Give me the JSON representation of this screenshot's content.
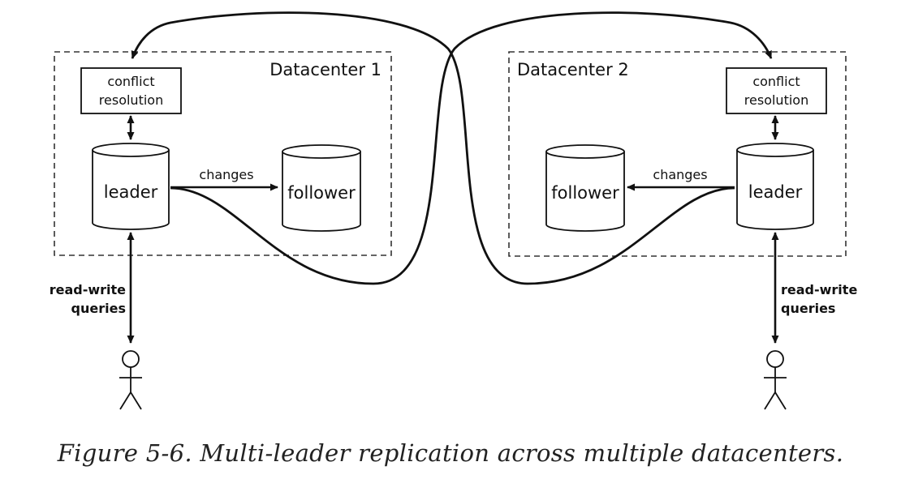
{
  "datacenter_1": {
    "title": "Datacenter 1",
    "conflict_resolution": [
      "conflict",
      "resolution"
    ],
    "leader": "leader",
    "follower": "follower",
    "changes": "changes",
    "queries": [
      "read-write",
      "queries"
    ]
  },
  "datacenter_2": {
    "title": "Datacenter 2",
    "conflict_resolution": [
      "conflict",
      "resolution"
    ],
    "leader": "leader",
    "follower": "follower",
    "changes": "changes",
    "queries": [
      "read-write",
      "queries"
    ]
  },
  "caption": "Figure 5-6. Multi-leader replication across multiple datacenters.",
  "colors": {
    "stroke": "#111111",
    "background": "#ffffff"
  }
}
